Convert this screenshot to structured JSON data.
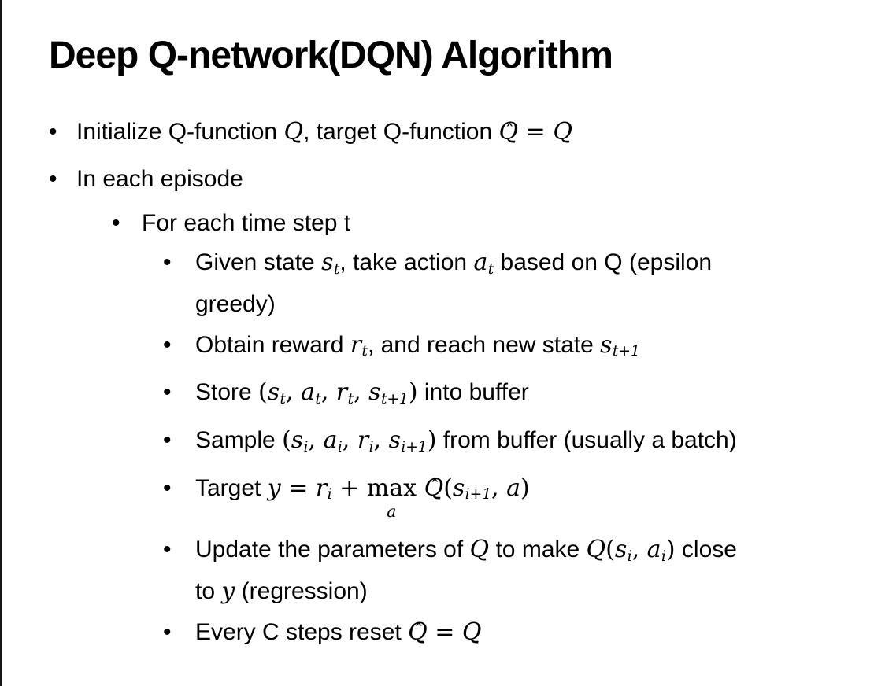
{
  "slide": {
    "title": "Deep Q-network(DQN) Algorithm",
    "background_color": "#ffffff",
    "text_color": "#000000",
    "border_color": "#161616",
    "bullet_glyph": "•"
  },
  "bullets": [
    {
      "level": 1,
      "segments": [
        {
          "t": "t",
          "v": "Initialize Q-function "
        },
        {
          "t": "i",
          "v": "Q"
        },
        {
          "t": "t",
          "v": ", target Q-function "
        },
        {
          "t": "hat",
          "v": "Q"
        },
        {
          "t": "m",
          "v": " = "
        },
        {
          "t": "i",
          "v": "Q"
        }
      ]
    },
    {
      "level": 1,
      "segments": [
        {
          "t": "t",
          "v": "In each episode"
        }
      ]
    },
    {
      "level": 2,
      "segments": [
        {
          "t": "t",
          "v": "For each time step t"
        }
      ]
    },
    {
      "level": 3,
      "segments": [
        {
          "t": "t",
          "v": "Given state "
        },
        {
          "t": "sub",
          "b": "s",
          "s": "t"
        },
        {
          "t": "t",
          "v": ", take action "
        },
        {
          "t": "sub",
          "b": "a",
          "s": "t"
        },
        {
          "t": "t",
          "v": " based on Q (epsilon"
        },
        {
          "t": "br"
        },
        {
          "t": "t",
          "v": "greedy)"
        }
      ]
    },
    {
      "level": 3,
      "segments": [
        {
          "t": "t",
          "v": "Obtain reward "
        },
        {
          "t": "sub",
          "b": "r",
          "s": "t"
        },
        {
          "t": "t",
          "v": ", and reach new state "
        },
        {
          "t": "sub",
          "b": "s",
          "s": "t+1"
        }
      ]
    },
    {
      "level": 3,
      "segments": [
        {
          "t": "t",
          "v": "Store "
        },
        {
          "t": "m",
          "v": "("
        },
        {
          "t": "sub",
          "b": "s",
          "s": "t"
        },
        {
          "t": "m",
          "v": ", "
        },
        {
          "t": "sub",
          "b": "a",
          "s": "t"
        },
        {
          "t": "m",
          "v": ", "
        },
        {
          "t": "sub",
          "b": "r",
          "s": "t"
        },
        {
          "t": "m",
          "v": ", "
        },
        {
          "t": "sub",
          "b": "s",
          "s": "t+1"
        },
        {
          "t": "m",
          "v": ")"
        },
        {
          "t": "t",
          "v": " into buffer"
        }
      ]
    },
    {
      "level": 3,
      "segments": [
        {
          "t": "t",
          "v": "Sample "
        },
        {
          "t": "m",
          "v": "("
        },
        {
          "t": "sub",
          "b": "s",
          "s": "i"
        },
        {
          "t": "m",
          "v": ", "
        },
        {
          "t": "sub",
          "b": "a",
          "s": "i"
        },
        {
          "t": "m",
          "v": ", "
        },
        {
          "t": "sub",
          "b": "r",
          "s": "i"
        },
        {
          "t": "m",
          "v": ", "
        },
        {
          "t": "sub",
          "b": "s",
          "s": "i+1"
        },
        {
          "t": "m",
          "v": ")"
        },
        {
          "t": "t",
          "v": " from buffer (usually a batch)"
        }
      ]
    },
    {
      "level": 3,
      "segments": [
        {
          "t": "t",
          "v": "Target "
        },
        {
          "t": "i",
          "v": "y"
        },
        {
          "t": "m",
          "v": " = "
        },
        {
          "t": "sub",
          "b": "r",
          "s": "i"
        },
        {
          "t": "m",
          "v": " + "
        },
        {
          "t": "max",
          "op": "max",
          "under": "a"
        },
        {
          "t": "m",
          "v": " "
        },
        {
          "t": "hat",
          "v": "Q"
        },
        {
          "t": "m",
          "v": "("
        },
        {
          "t": "sub",
          "b": "s",
          "s": "i+1"
        },
        {
          "t": "m",
          "v": ", "
        },
        {
          "t": "i",
          "v": "a"
        },
        {
          "t": "m",
          "v": ")"
        }
      ]
    },
    {
      "level": 3,
      "segments": [
        {
          "t": "t",
          "v": "Update the parameters of "
        },
        {
          "t": "i",
          "v": "Q"
        },
        {
          "t": "t",
          "v": " to make "
        },
        {
          "t": "i",
          "v": "Q"
        },
        {
          "t": "m",
          "v": "("
        },
        {
          "t": "sub",
          "b": "s",
          "s": "i"
        },
        {
          "t": "m",
          "v": ", "
        },
        {
          "t": "sub",
          "b": "a",
          "s": "i"
        },
        {
          "t": "m",
          "v": ")"
        },
        {
          "t": "t",
          "v": " close"
        },
        {
          "t": "br"
        },
        {
          "t": "t",
          "v": "to "
        },
        {
          "t": "i",
          "v": "y"
        },
        {
          "t": "t",
          "v": " (regression)"
        }
      ]
    },
    {
      "level": 3,
      "segments": [
        {
          "t": "t",
          "v": "Every C steps reset "
        },
        {
          "t": "hat",
          "v": "Q"
        },
        {
          "t": "m",
          "v": " = "
        },
        {
          "t": "i",
          "v": "Q"
        }
      ]
    }
  ]
}
